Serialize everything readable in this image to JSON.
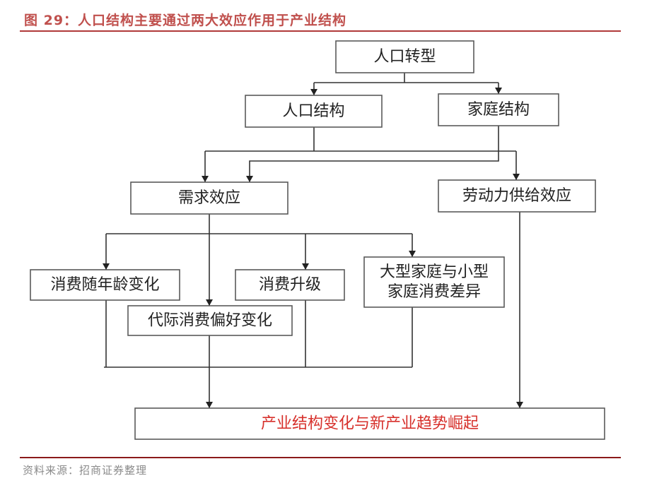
{
  "figure": {
    "title": "图 29：人口结构主要通过两大效应作用于产业结构",
    "source": "资料来源：招商证券整理",
    "accent_color": "#c0504d",
    "highlight_text_color": "#d7302b"
  },
  "nodes": [
    {
      "id": "population-transition",
      "lines": [
        "人口转型"
      ]
    },
    {
      "id": "population-structure",
      "lines": [
        "人口结构"
      ]
    },
    {
      "id": "family-structure",
      "lines": [
        "家庭结构"
      ]
    },
    {
      "id": "demand-effect",
      "lines": [
        "需求效应"
      ]
    },
    {
      "id": "labor-supply-effect",
      "lines": [
        "劳动力供给效应"
      ]
    },
    {
      "id": "consumption-by-age",
      "lines": [
        "消费随年龄变化"
      ]
    },
    {
      "id": "intergenerational-preference",
      "lines": [
        "代际消费偏好变化"
      ]
    },
    {
      "id": "consumption-upgrade",
      "lines": [
        "消费升级"
      ]
    },
    {
      "id": "family-size-difference",
      "lines": [
        "大型家庭与小型",
        "家庭消费差异"
      ]
    },
    {
      "id": "industry-outcome",
      "lines": [
        "产业结构变化与新产业趋势崛起"
      ],
      "highlight": true
    }
  ],
  "edges": [
    {
      "from": "population-transition",
      "to": "population-structure"
    },
    {
      "from": "population-transition",
      "to": "family-structure"
    },
    {
      "from": "population-structure",
      "to": "demand-effect"
    },
    {
      "from": "population-structure",
      "to": "labor-supply-effect"
    },
    {
      "from": "family-structure",
      "to": "demand-effect"
    },
    {
      "from": "demand-effect",
      "to": "consumption-by-age"
    },
    {
      "from": "demand-effect",
      "to": "consumption-upgrade"
    },
    {
      "from": "demand-effect",
      "to": "family-size-difference"
    },
    {
      "from": "demand-effect",
      "to": "intergenerational-preference"
    },
    {
      "from": "consumption-by-age",
      "to": "industry-outcome"
    },
    {
      "from": "consumption-upgrade",
      "to": "industry-outcome"
    },
    {
      "from": "family-size-difference",
      "to": "industry-outcome"
    },
    {
      "from": "intergenerational-preference",
      "to": "industry-outcome"
    },
    {
      "from": "labor-supply-effect",
      "to": "industry-outcome"
    }
  ]
}
